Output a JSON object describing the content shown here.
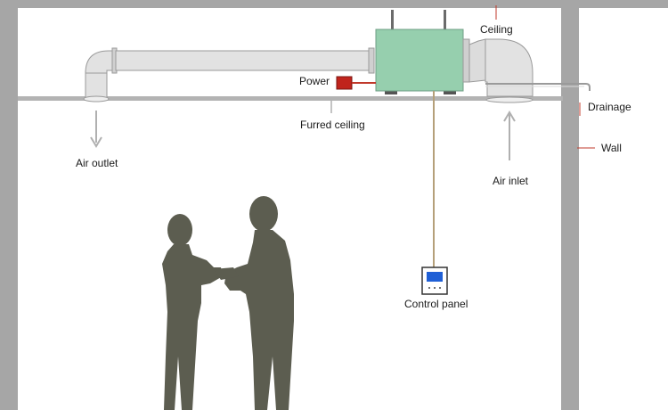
{
  "labels": {
    "ceiling": "Ceiling",
    "power": "Power",
    "furred_ceiling": "Furred ceiling",
    "drainage": "Drainage",
    "wall": "Wall",
    "air_outlet": "Air outlet",
    "air_inlet": "Air inlet",
    "control_panel": "Control panel"
  },
  "colors": {
    "wall": "#a6a6a6",
    "duct": "#e2e2e2",
    "duct_stroke": "#9a9a9a",
    "unit": "#96cfae",
    "power_box": "#c0241c",
    "leader": "#c0392b",
    "control_wire": "#b5a07a",
    "panel_screen": "#1f5fd6",
    "people": "#5c5d50"
  },
  "icons": {
    "power": "power-box-icon",
    "control_panel": "control-panel-icon",
    "people": "people-silhouette-icon"
  }
}
